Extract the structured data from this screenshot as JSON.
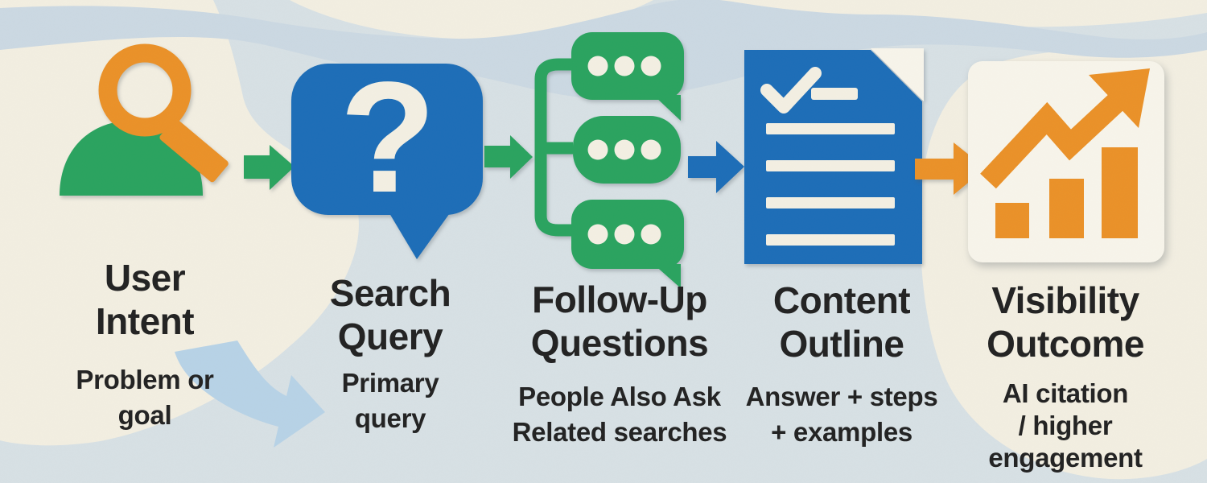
{
  "diagram_type": "process-flow-infographic",
  "colors": {
    "sky": "#d7e0e4",
    "band": "#cbd8e2",
    "cream": "#f2eee1",
    "card": "#f7f4ea",
    "green": "#2aa35f",
    "blue": "#1d6db7",
    "orange": "#ea9128",
    "icon_detail": "#f3efe2",
    "text": "#242424",
    "swoosh": "#b7d2e6"
  },
  "steps": [
    {
      "id": "user-intent",
      "icon": "person-search-icon",
      "title_lines": [
        "User",
        "Intent"
      ],
      "subtitle_lines": [
        "Problem or",
        "goal"
      ]
    },
    {
      "id": "search-query",
      "icon": "question-bubble-icon",
      "title_lines": [
        "Search",
        "Query"
      ],
      "subtitle_lines": [
        "Primary",
        "query"
      ]
    },
    {
      "id": "follow-up-questions",
      "icon": "chat-threads-icon",
      "title_lines": [
        "Follow-Up",
        "Questions"
      ],
      "subtitle_lines": [
        "People Also Ask",
        "Related searches"
      ]
    },
    {
      "id": "content-outline",
      "icon": "document-checklist-icon",
      "title_lines": [
        "Content",
        "Outline"
      ],
      "subtitle_lines": [
        "Answer + steps",
        "+ examples"
      ]
    },
    {
      "id": "visibility-outcome",
      "icon": "growth-chart-icon",
      "title_lines": [
        "Visibility",
        "Outcome"
      ],
      "subtitle_lines": [
        "AI citation",
        "/ higher",
        "engagement"
      ]
    }
  ],
  "question_mark": "?",
  "connectors": [
    {
      "from": "user-intent",
      "to": "search-query",
      "color": "green",
      "style": "straight"
    },
    {
      "from": "search-query",
      "to": "follow-up-questions",
      "color": "green",
      "style": "straight"
    },
    {
      "from": "follow-up-questions",
      "to": "content-outline",
      "color": "blue",
      "style": "straight"
    },
    {
      "from": "content-outline",
      "to": "visibility-outcome",
      "color": "orange",
      "style": "straight"
    },
    {
      "from": "user-intent",
      "to": "search-query",
      "color": "swoosh",
      "style": "curved-background"
    }
  ]
}
